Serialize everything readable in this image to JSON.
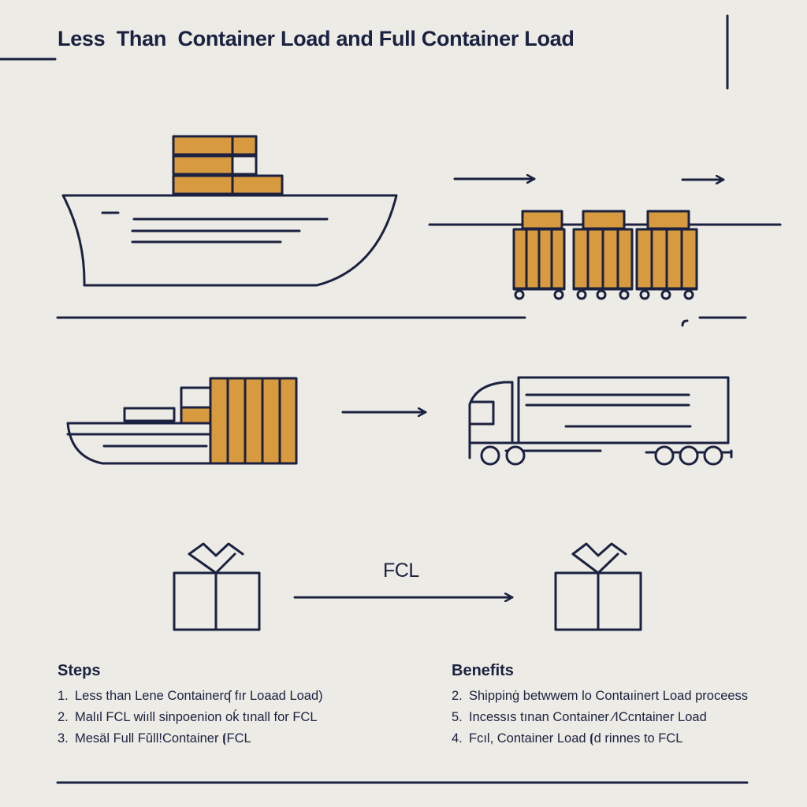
{
  "title": "Less  Than  Container Load and Full Container Load",
  "flow_label": "FCL",
  "steps": {
    "heading": "Steps",
    "items": [
      {
        "num": "1.",
        "text": "Less than Lene Containerʠ fır Loaad Load)"
      },
      {
        "num": "2.",
        "text": "Malıl FCL wiıll sinpoenion oḱ tınall for FCL"
      },
      {
        "num": "3.",
        "text": "Mesäl Full Fŭll!Container ⦗FCL"
      }
    ]
  },
  "benefits": {
    "heading": "Benefits",
    "items": [
      {
        "num": "2.",
        "text": "Shippinġ betwwem lo Contaıinert Load proceess"
      },
      {
        "num": "5.",
        "text": "Incessıs tınan Container ⁄ICcntainer Load"
      },
      {
        "num": "4.",
        "text": "Fcıl, Container Load ⦗d rinnes to FCL"
      }
    ]
  },
  "icons": [
    "cargo-ship-icon",
    "container-trailers-icon",
    "small-cargo-ship-icon",
    "semi-truck-icon",
    "package-box-icon",
    "arrow-right-icon"
  ],
  "colors": {
    "ink": "#1b2140",
    "container": "#d89a3f",
    "background": "#ecebe5"
  }
}
